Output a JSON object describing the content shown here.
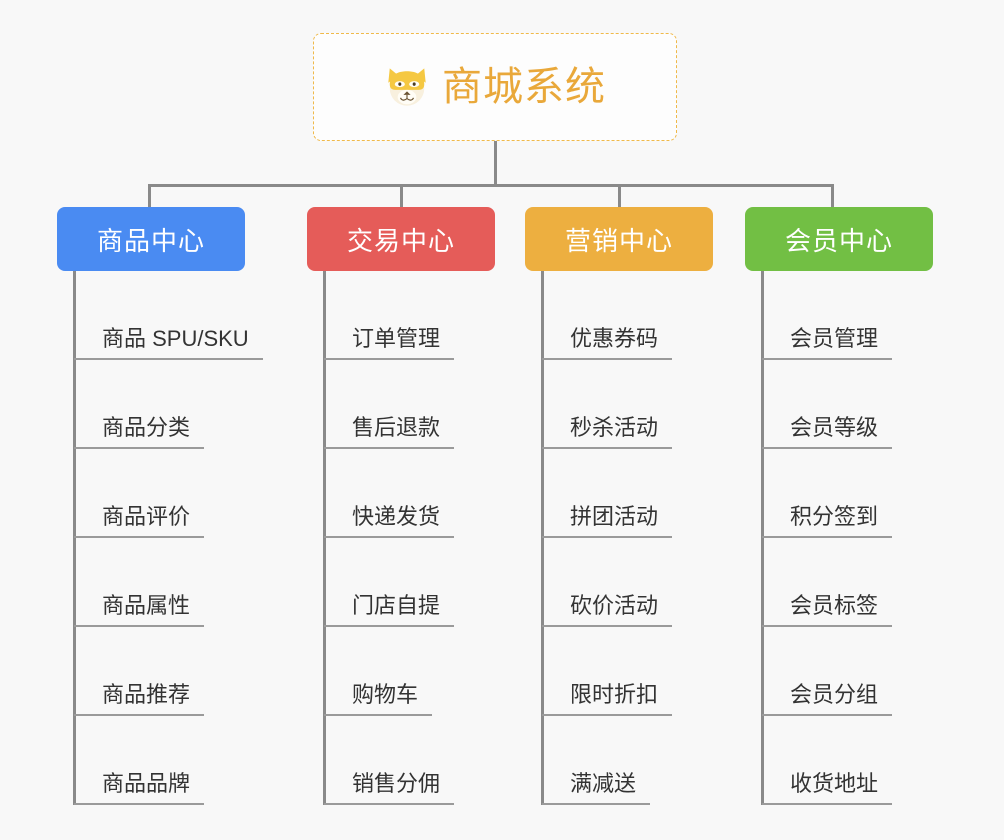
{
  "diagram": {
    "type": "mind-map",
    "background_color": "#f8f8f8",
    "connector_color": "#8a8a8a"
  },
  "root": {
    "title": "商城系统",
    "icon": "shiba-dog-face-icon",
    "text_color": "#e9a83a",
    "border_color": "#f0b949"
  },
  "categories": [
    {
      "label": "商品中心",
      "color": "#4a8bf2",
      "children": [
        {
          "label": "商品 SPU/SKU"
        },
        {
          "label": "商品分类"
        },
        {
          "label": "商品评价"
        },
        {
          "label": "商品属性"
        },
        {
          "label": "商品推荐"
        },
        {
          "label": "商品品牌"
        }
      ]
    },
    {
      "label": "交易中心",
      "color": "#e55c59",
      "children": [
        {
          "label": "订单管理"
        },
        {
          "label": "售后退款"
        },
        {
          "label": "快递发货"
        },
        {
          "label": "门店自提"
        },
        {
          "label": "购物车"
        },
        {
          "label": "销售分佣"
        }
      ]
    },
    {
      "label": "营销中心",
      "color": "#edaf40",
      "children": [
        {
          "label": "优惠券码"
        },
        {
          "label": "秒杀活动"
        },
        {
          "label": "拼团活动"
        },
        {
          "label": "砍价活动"
        },
        {
          "label": "限时折扣"
        },
        {
          "label": "满减送"
        }
      ]
    },
    {
      "label": "会员中心",
      "color": "#72bf44",
      "children": [
        {
          "label": "会员管理"
        },
        {
          "label": "会员等级"
        },
        {
          "label": "积分签到"
        },
        {
          "label": "会员标签"
        },
        {
          "label": "会员分组"
        },
        {
          "label": "收货地址"
        }
      ]
    }
  ]
}
